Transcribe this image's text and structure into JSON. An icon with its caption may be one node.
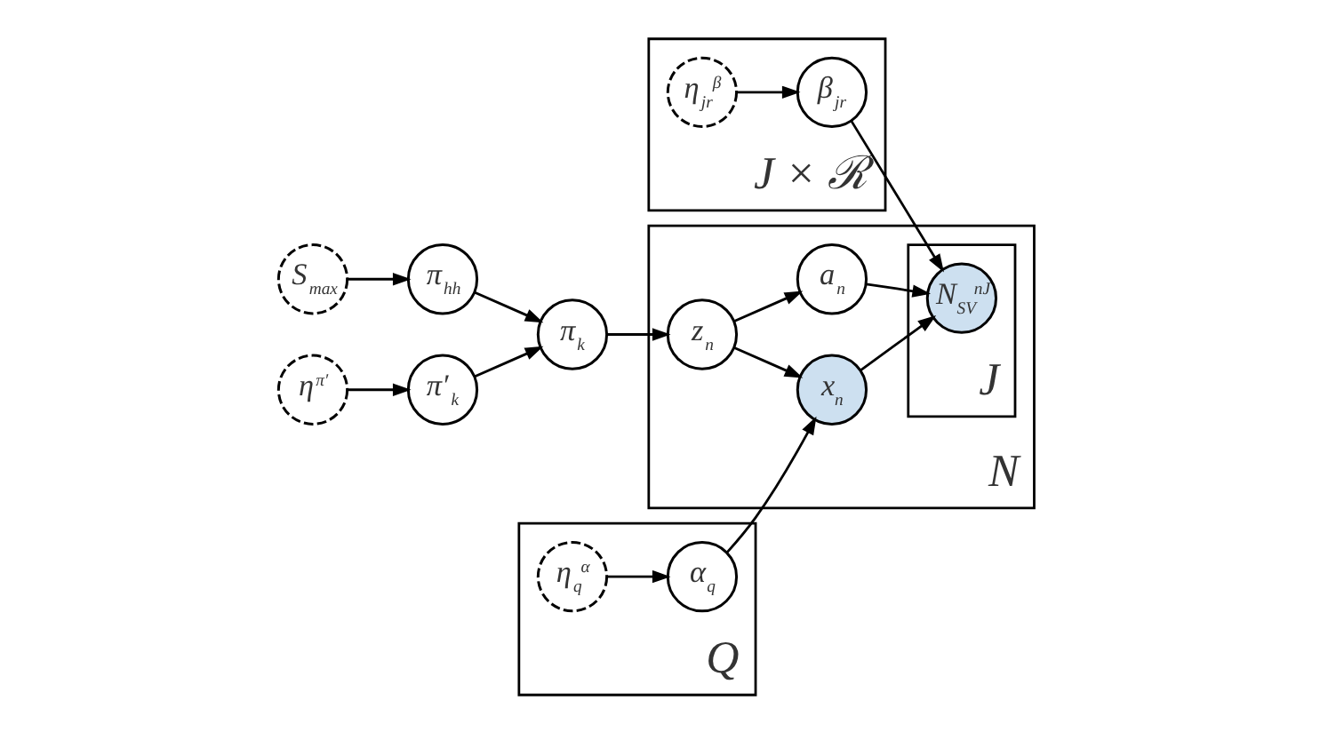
{
  "diagram": {
    "nodes": [
      {
        "text": [
          "π′$_{k}$"
        ]
      },
      {
        "text": [
          "η$^{π′}$"
        ]
      },
      {
        "text": [
          "π$_{k}$"
        ]
      },
      {
        "text": [
          "π$_{hh}$"
        ]
      },
      {
        "text": [
          "S$_{max}$"
        ]
      },
      {
        "text": [
          "N"
        ]
      },
      {
        "text": [
          "z$_{n}$"
        ],
        "in": 5
      },
      {
        "text": [
          "a$_{n}$"
        ],
        "in": 5
      },
      {
        "text": [
          "x$_{n}$"
        ],
        "in": 5
      },
      {
        "text": [
          "J"
        ],
        "in": 5
      },
      {
        "text": [
          "N$_{SV}$$^{nJ}$"
        ],
        "in": 9
      },
      {
        "text": [
          "Q"
        ]
      },
      {
        "text": [
          "α$_{q}$"
        ],
        "in": 11
      },
      {
        "text": [
          "η$_{q}$$^{α}$"
        ],
        "in": 11
      },
      {
        "text": [
          "J × ℛ"
        ]
      },
      {
        "text": [
          "β$_{jr}$"
        ],
        "in": 14
      },
      {
        "text": [
          "η$_{jr}$$^{β}$"
        ],
        "in": 14
      }
    ],
    "edges": [
      {
        "from": 1,
        "to": 0,
        "arrow": "to"
      },
      {
        "from": 0,
        "to": 2,
        "arrow": "to"
      },
      {
        "from": 4,
        "to": 3,
        "arrow": "to"
      },
      {
        "from": 3,
        "to": 2,
        "arrow": "to"
      },
      {
        "from": 2,
        "to": 6,
        "arrow": "to"
      },
      {
        "from": 6,
        "to": 7,
        "arrow": "to"
      },
      {
        "from": 6,
        "to": 8,
        "arrow": "to"
      },
      {
        "from": 7,
        "to": 10,
        "arrow": "to"
      },
      {
        "from": 8,
        "to": 10,
        "arrow": "to"
      },
      {
        "from": 13,
        "to": 12,
        "arrow": "to"
      },
      {
        "from": 12,
        "to": 8,
        "arrow": "to"
      },
      {
        "from": 16,
        "to": 15,
        "arrow": "to"
      },
      {
        "from": 15,
        "to": 10,
        "arrow": "to"
      }
    ]
  }
}
